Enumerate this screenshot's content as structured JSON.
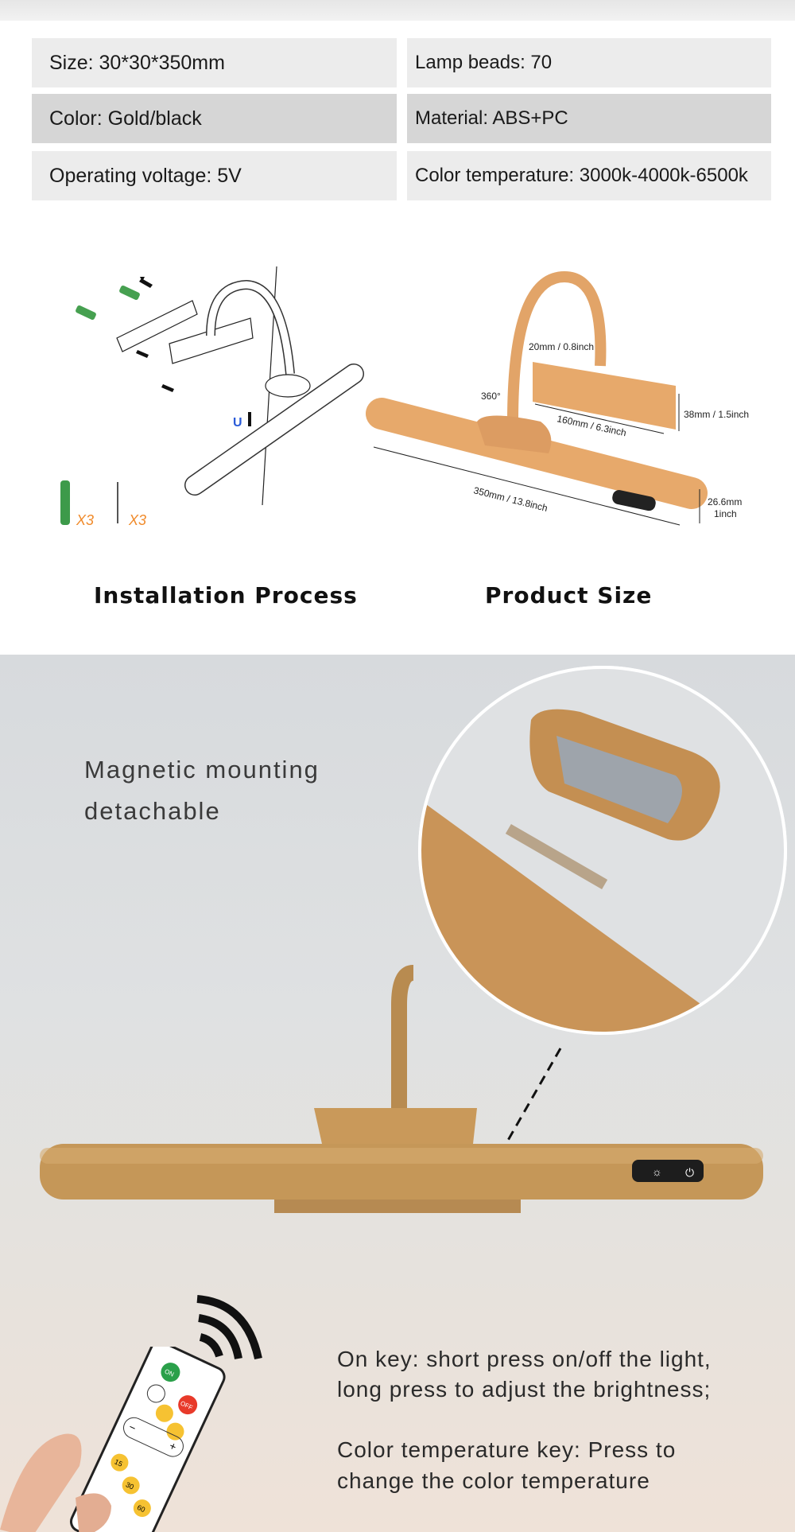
{
  "specs": {
    "rows": [
      {
        "left": "Size: 30*30*350mm",
        "right": "Lamp beads: 70"
      },
      {
        "left": "Color: Gold/black",
        "right": "Material: ABS+PC"
      },
      {
        "left": "Operating voltage: 5V",
        "right": "Color temperature: 3000k-4000k-6500k"
      }
    ]
  },
  "installation": {
    "caption": "Installation Process",
    "anchor_count": "X3",
    "screw_count": "X3"
  },
  "product_size": {
    "caption": "Product Size",
    "dims": {
      "base_depth": "20mm / 0.8inch",
      "rotation": "360°",
      "base_length": "160mm / 6.3inch",
      "base_height": "38mm / 1.5inch",
      "bar_length": "350mm / 13.8inch",
      "bar_diameter_mm": "26.6mm",
      "bar_diameter_in": "1inch"
    }
  },
  "feature": {
    "line1": "Magnetic mounting",
    "line2": "detachable"
  },
  "remote": {
    "on_label": "ON",
    "off_label": "OFF",
    "timers": [
      "15",
      "30",
      "60"
    ],
    "desc1_line1": "On key: short press on/off the light,",
    "desc1_line2": "long press to adjust the brightness;",
    "desc2_line1": "Color temperature key: Press to",
    "desc2_line2": "change the color temperature"
  },
  "colors": {
    "gold": "#c9995a",
    "orange_diagram": "#e7a96b",
    "green": "#3d9a4a",
    "accent_orange": "#f08a2a"
  }
}
